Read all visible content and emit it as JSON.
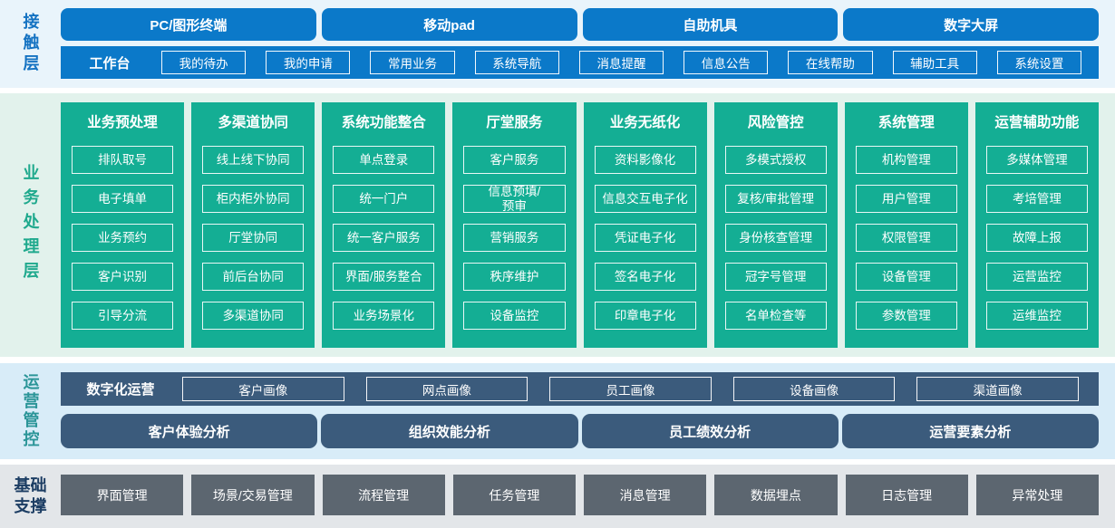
{
  "colors": {
    "blue": "#0b79c9",
    "green": "#14ae94",
    "slate": "#3b5b7c",
    "grayBox": "#5c6670",
    "band1": "#e9f4fb",
    "band2": "#e2f2ec",
    "band3": "#d8ecf8",
    "band4": "#e3e6e9",
    "labelBlue": "#1472c2",
    "labelGreen": "#1fa98d",
    "labelTeal": "#2b9598",
    "labelNavy": "#1c3d63"
  },
  "contact_layer": {
    "label": "接触层",
    "terminals": [
      "PC/图形终端",
      "移动pad",
      "自助机具",
      "数字大屏"
    ],
    "workbench": {
      "label": "工作台",
      "items": [
        "我的待办",
        "我的申请",
        "常用业务",
        "系统导航",
        "消息提醒",
        "信息公告",
        "在线帮助",
        "辅助工具",
        "系统设置"
      ]
    }
  },
  "business_layer": {
    "label": "业务处理层",
    "columns": [
      {
        "header": "业务预处理",
        "items": [
          "排队取号",
          "电子填单",
          "业务预约",
          "客户识别",
          "引导分流"
        ]
      },
      {
        "header": "多渠道协同",
        "items": [
          "线上线下协同",
          "柜内柜外协同",
          "厅堂协同",
          "前后台协同",
          "多渠道协同"
        ]
      },
      {
        "header": "系统功能整合",
        "items": [
          "单点登录",
          "统一门户",
          "统一客户服务",
          "界面/服务整合",
          "业务场景化"
        ]
      },
      {
        "header": "厅堂服务",
        "items": [
          "客户服务",
          "信息预填/\n预审",
          "营销服务",
          "秩序维护",
          "设备监控"
        ]
      },
      {
        "header": "业务无纸化",
        "items": [
          "资料影像化",
          "信息交互电子化",
          "凭证电子化",
          "签名电子化",
          "印章电子化"
        ]
      },
      {
        "header": "风险管控",
        "items": [
          "多模式授权",
          "复核/审批管理",
          "身份核查管理",
          "冠字号管理",
          "名单检查等"
        ]
      },
      {
        "header": "系统管理",
        "items": [
          "机构管理",
          "用户管理",
          "权限管理",
          "设备管理",
          "参数管理"
        ]
      },
      {
        "header": "运营辅助功能",
        "items": [
          "多媒体管理",
          "考培管理",
          "故障上报",
          "运营监控",
          "运维监控"
        ]
      }
    ]
  },
  "operations_layer": {
    "label": "运营管控",
    "digital_ops": {
      "label": "数字化运营",
      "items": [
        "客户画像",
        "网点画像",
        "员工画像",
        "设备画像",
        "渠道画像"
      ]
    },
    "analysis": [
      "客户体验分析",
      "组织效能分析",
      "员工绩效分析",
      "运营要素分析"
    ]
  },
  "foundation_layer": {
    "label": "基础支撑",
    "items": [
      "界面管理",
      "场景/交易管理",
      "流程管理",
      "任务管理",
      "消息管理",
      "数据埋点",
      "日志管理",
      "异常处理"
    ]
  }
}
